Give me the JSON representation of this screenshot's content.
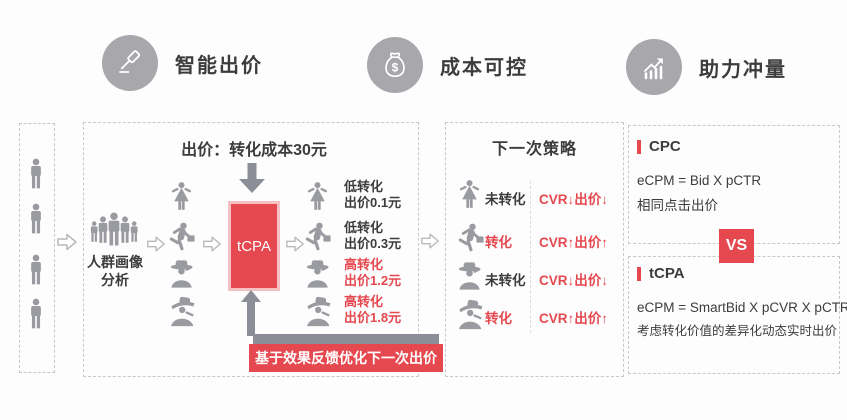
{
  "colors": {
    "red": "#e5484f",
    "icon_gray": "#9a9ba1",
    "arrow_gray": "#8b8e96",
    "circle_gray": "#a8a8ac"
  },
  "header": {
    "features": [
      {
        "label": "智能出价",
        "icon": "gavel-icon"
      },
      {
        "label": "成本可控",
        "icon": "money-bag-icon"
      },
      {
        "label": "助力冲量",
        "icon": "growth-chart-icon"
      }
    ]
  },
  "flow": {
    "bid_title": "出价：转化成本30元",
    "audience_line1": "人群画像",
    "audience_line2": "分析",
    "tcpa_label": "tCPA",
    "outputs": [
      {
        "level": "低转化",
        "bid": "出价0.1元"
      },
      {
        "level": "低转化",
        "bid": "出价0.3元"
      },
      {
        "level": "高转化",
        "bid": "出价1.2元"
      },
      {
        "level": "高转化",
        "bid": "出价1.8元"
      }
    ],
    "feedback_banner": "基于效果反馈优化下一次出价"
  },
  "strategy": {
    "title": "下一次策略",
    "rows": [
      {
        "status": "未转化",
        "action": "CVR↓出价↓"
      },
      {
        "status": "转化",
        "action": "CVR↑出价↑"
      },
      {
        "status": "未转化",
        "action": "CVR↓出价↓"
      },
      {
        "status": "转化",
        "action": "CVR↑出价↑"
      }
    ]
  },
  "comparison": {
    "cpc_title": "CPC",
    "cpc_formula": "eCPM = Bid X pCTR",
    "cpc_desc": "相同点击出价",
    "vs_label": "VS",
    "tcpa_title": "tCPA",
    "tcpa_formula": "eCPM = SmartBid X pCVR X pCTR",
    "tcpa_desc": "考虑转化价值的差异化动态实时出价"
  }
}
